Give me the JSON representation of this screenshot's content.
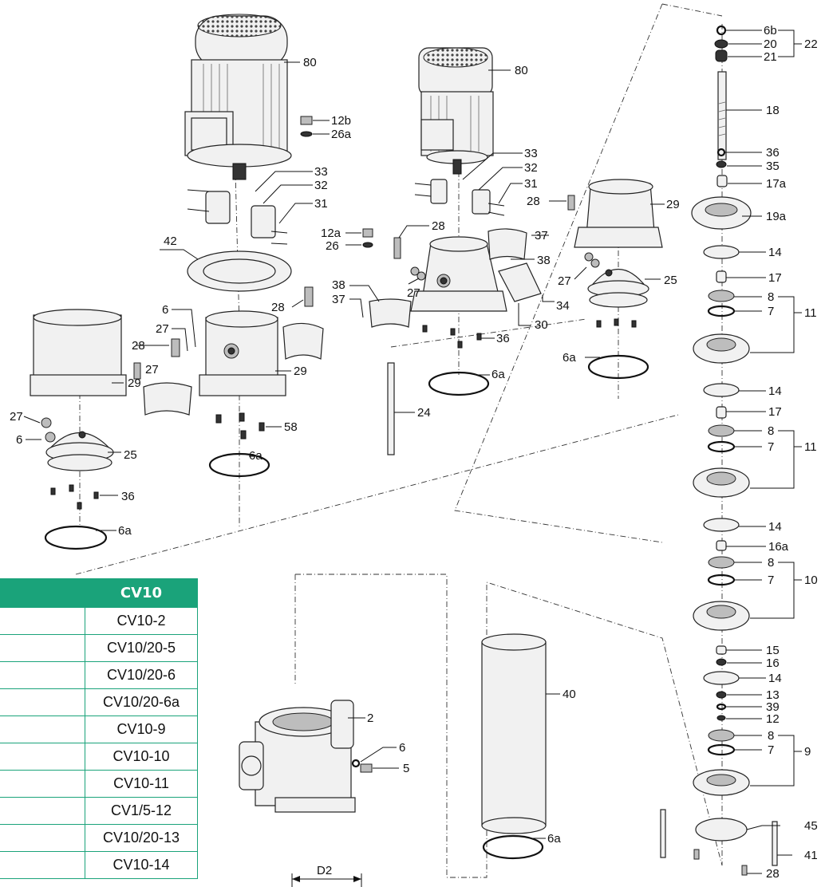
{
  "table": {
    "header": "CV10",
    "rows": [
      "CV10-2",
      "CV10/20-5",
      "CV10/20-6",
      "CV10/20-6a",
      "CV10-9",
      "CV10-10",
      "CV10-11",
      "CV1/5-12",
      "CV10/20-13",
      "CV10-14"
    ]
  },
  "dimension_label": "D2",
  "callouts": {
    "left_motor": "80",
    "center_motor": "80",
    "p12b": "12b",
    "p26a": "26a",
    "p33a": "33",
    "p32a": "32",
    "p31a": "31",
    "p42": "42",
    "p28a": "28",
    "p6a_left": "6",
    "p27a": "27",
    "p29a": "29",
    "p28b": "28",
    "p29b": "29",
    "p27b": "27",
    "p58": "58",
    "p6a_ring1": "6a",
    "p27c": "27",
    "p6b": "6",
    "p25a": "25",
    "p36a": "36",
    "p6a_ring2": "6a",
    "p33b": "33",
    "p32b": "32",
    "p31b": "31",
    "p28c": "28",
    "p29c": "29",
    "p12a": "12a",
    "p26b": "26",
    "p28d": "28",
    "p37a": "37",
    "p38a": "38",
    "p38b": "38",
    "p37b": "37",
    "p27d": "27",
    "p27e": "27",
    "p25b": "25",
    "p34": "34",
    "p30": "30",
    "p36b": "36",
    "p6a_ring3": "6a",
    "p6a_ring4": "6a",
    "p24": "24",
    "p2": "2",
    "p6c": "6",
    "p5": "5",
    "p40": "40",
    "p6a_ring5": "6a",
    "s6b": "6b",
    "s20": "20",
    "s21": "21",
    "s22": "22",
    "s18": "18",
    "s36": "36",
    "s35": "35",
    "s17a": "17a",
    "s19a": "19a",
    "s14a": "14",
    "s17b": "17",
    "s8a": "8",
    "s7a": "7",
    "s11a": "11",
    "s14b": "14",
    "s17c": "17",
    "s8b": "8",
    "s7b": "7",
    "s11b": "11",
    "s14c": "14",
    "s16a": "16a",
    "s8c": "8",
    "s7c": "7",
    "s10": "10",
    "s15": "15",
    "s16": "16",
    "s14d": "14",
    "s13": "13",
    "s39": "39",
    "s12": "12",
    "s8d": "8",
    "s7d": "7",
    "s9": "9",
    "s45": "45",
    "s41": "41",
    "s28": "28"
  }
}
